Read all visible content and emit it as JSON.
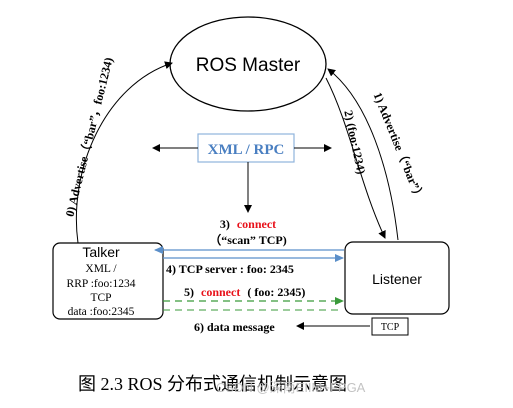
{
  "nodes": {
    "master": "ROS Master",
    "xmlrpc": "XML / RPC",
    "talker": {
      "title": "Talker",
      "line1": "XML /",
      "line2": "RRP :foo:1234",
      "line3": "TCP",
      "line4": "data :foo:2345"
    },
    "listener": "Listener",
    "tcp_box": "TCP"
  },
  "edges": {
    "e0": "0) Advertise（“bar”，foo:1234)",
    "e1": "1) Advertise（“bar”）",
    "e2": "2) (foo:1234)",
    "e3_num": "3)",
    "e3_word": "connect",
    "e3_sub": "（“scan” TCP)",
    "e4": "4)  TCP server : foo: 2345",
    "e5_num": "5)",
    "e5_word": "connect",
    "e5_rest": "( foo: 2345)",
    "e6": "6)  data message"
  },
  "caption": "图 2.3 ROS 分布式通信机制示意图",
  "watermark": "CSDN @深南EIIM+FPGA",
  "colors": {
    "xmlrpc_text": "#4a7fc1",
    "xmlrpc_border": "#8fb3dd",
    "connect_red": "#e8121b",
    "arrow_blue": "#5b8fc9",
    "arrow_green": "#3a9a3a"
  }
}
